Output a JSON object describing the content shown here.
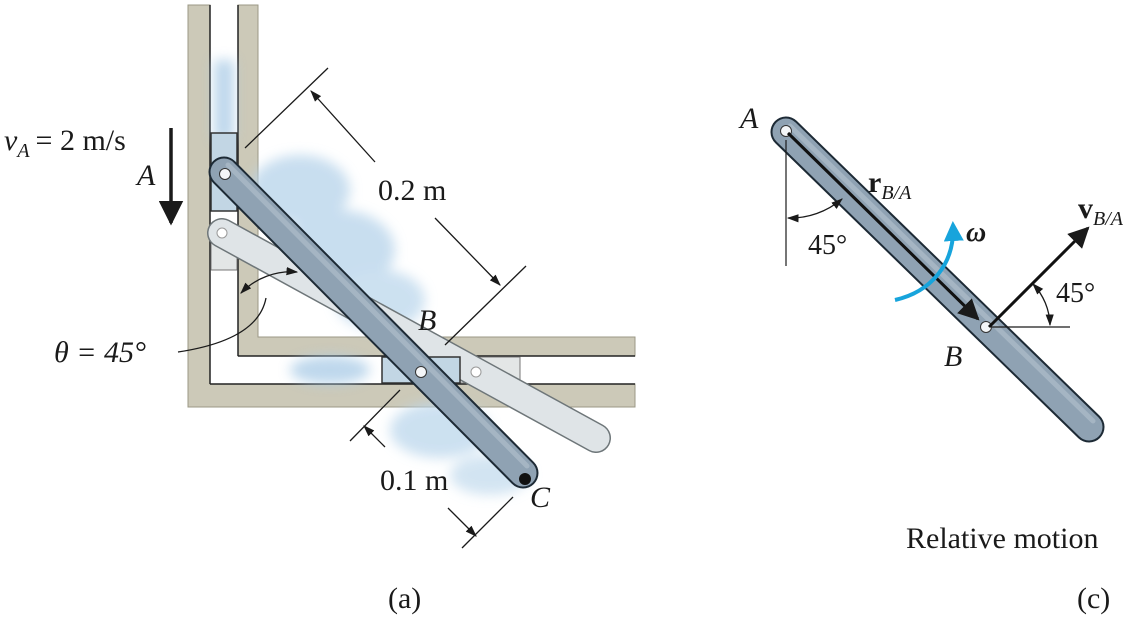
{
  "figure_a": {
    "velocity_label": "v",
    "velocity_sub": "A",
    "velocity_value": "= 2 m/s",
    "point_a": "A",
    "point_b": "B",
    "point_c": "C",
    "theta_label": "θ = 45°",
    "dim_long": "0.2 m",
    "dim_short": "0.1 m",
    "caption": "(a)"
  },
  "figure_c": {
    "point_a": "A",
    "point_b": "B",
    "r_label": "r",
    "r_sub": "B/A",
    "v_label": "v",
    "v_sub": "B/A",
    "omega_label": "ω",
    "angle_left": "45°",
    "angle_right": "45°",
    "title": "Relative motion",
    "caption": "(c)"
  },
  "colors": {
    "wall": "#ccc9b8",
    "bar": "#8fa2b3",
    "bar_stroke": "#1d2a35",
    "ghost_bar": "#dfe4e7",
    "water": "#a9cbe6",
    "slider": "#c2d6e4",
    "omega": "#17a4dc"
  }
}
